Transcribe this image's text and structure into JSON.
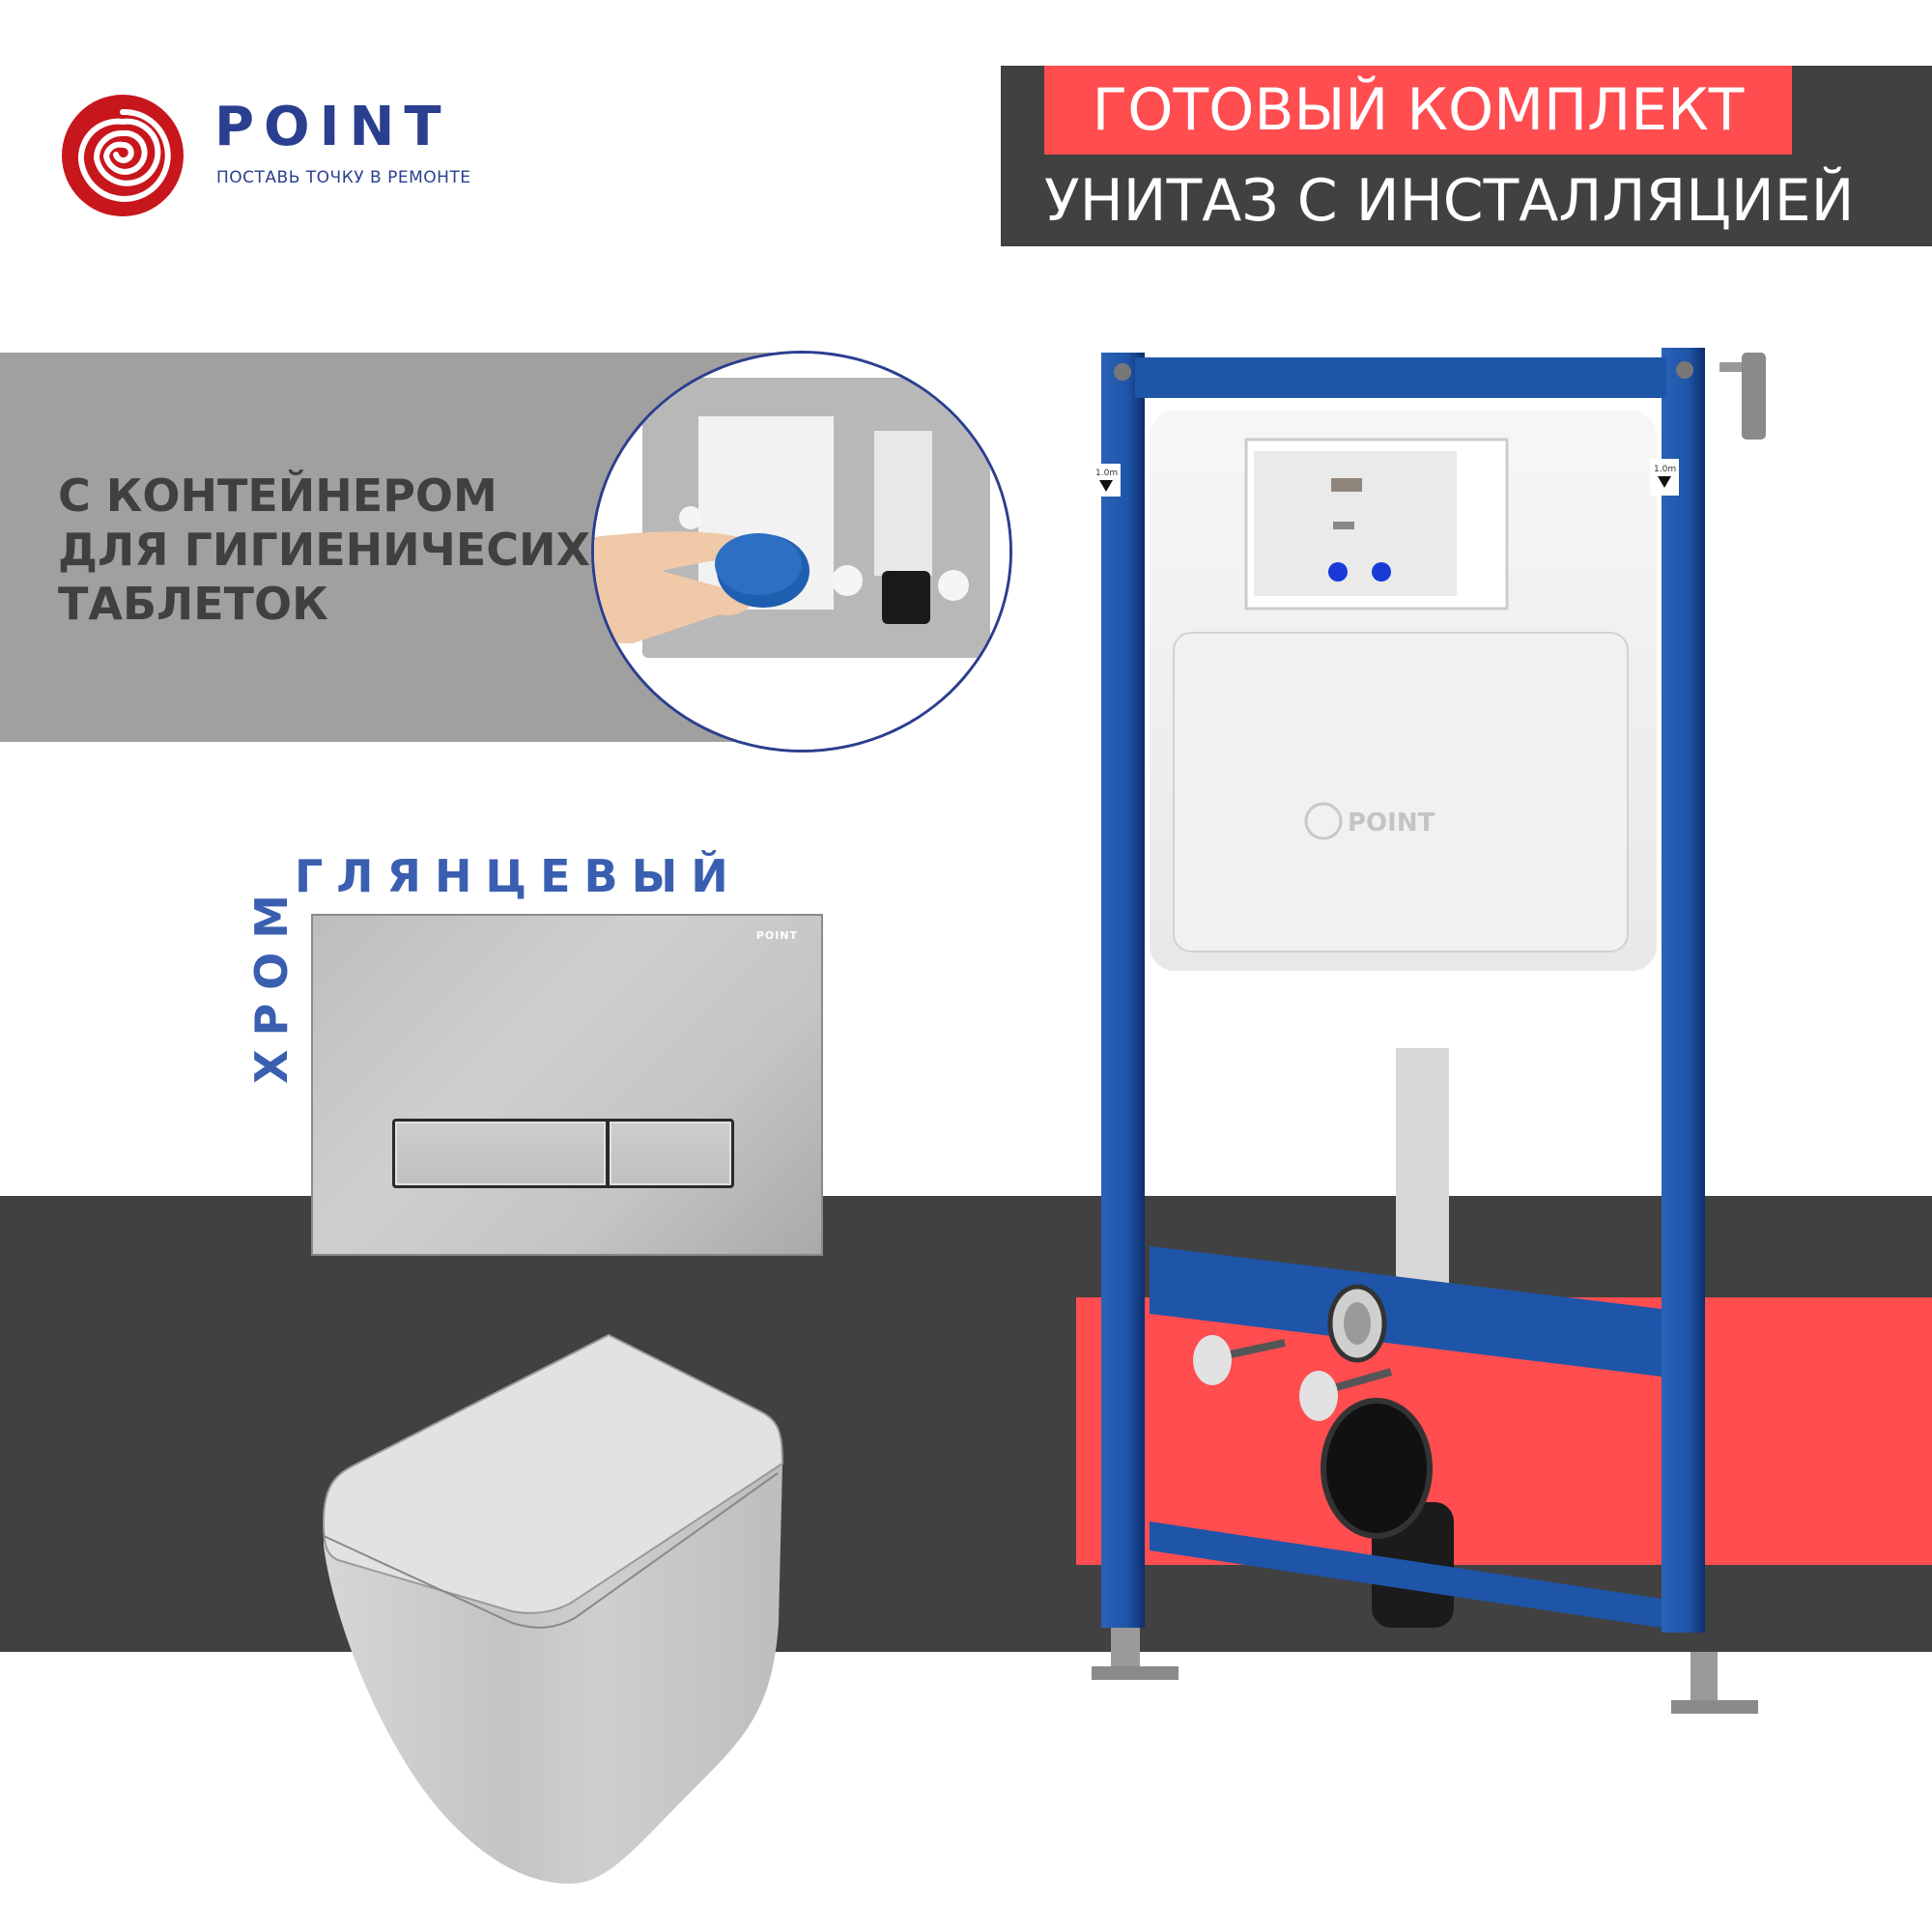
{
  "brand": {
    "name": "POINT",
    "tagline": "ПОСТАВЬ ТОЧКУ В РЕМОНТЕ",
    "colors": {
      "logo_red": "#c8161d",
      "logo_blue": "#2a3f8f"
    }
  },
  "header": {
    "line1": "ГОТОВЫЙ КОМПЛЕКТ",
    "line2": "УНИТАЗ С ИНСТАЛЛЯЦИЕЙ",
    "colors": {
      "accent_red": "#ff4d50",
      "dark": "#414141"
    }
  },
  "feature": {
    "lines": [
      "С КОНТЕЙНЕРОМ",
      "ДЛЯ ГИГИЕНИЧЕСИХ",
      "ТАБЛЕТОК"
    ],
    "background": "#a0a0a0",
    "inset_icon": "hygiene-tablet-container-photo"
  },
  "flush_plate": {
    "finish_vertical": "ХРОМ",
    "finish_horizontal": "ГЛЯНЦЕВЫЙ",
    "plate_logo": "POINT",
    "label_color": "#3a5fb0"
  },
  "installation": {
    "height_marks": [
      "1.0m",
      "1.0m"
    ],
    "cistern_logo": "POINT",
    "frame_color": "#1f55a8"
  }
}
